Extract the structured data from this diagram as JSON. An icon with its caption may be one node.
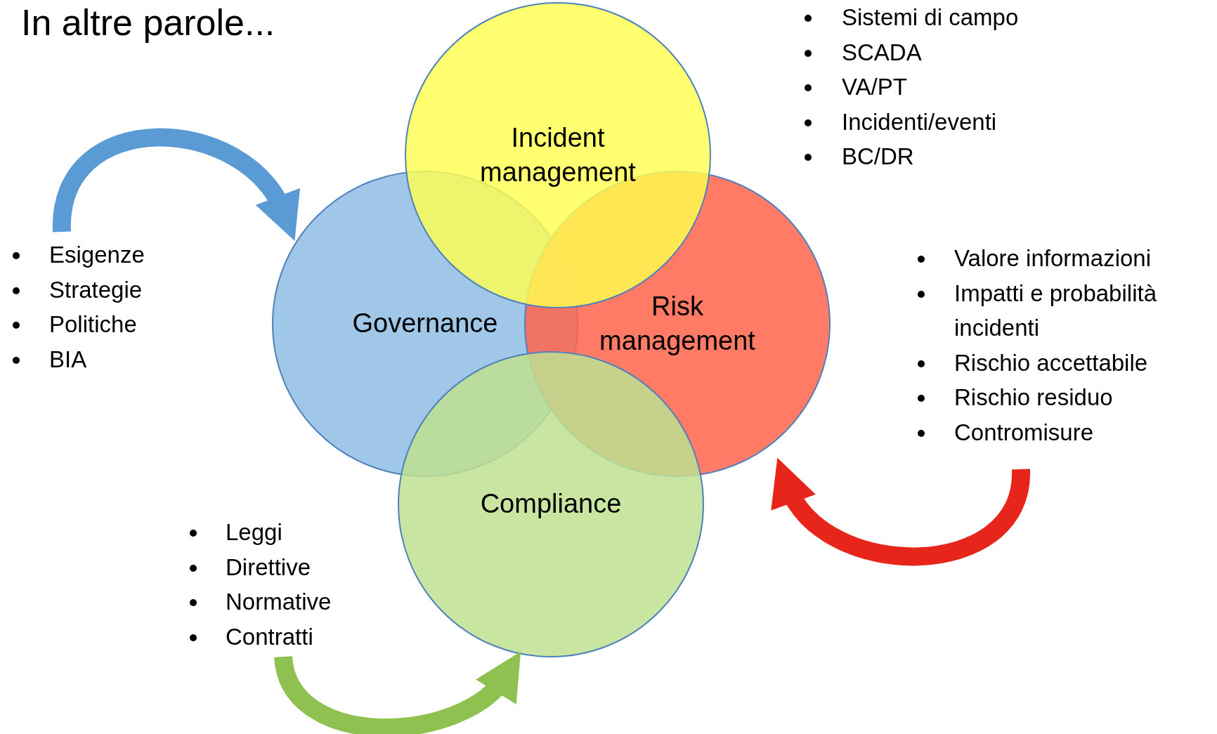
{
  "diagram": {
    "title": "In altre parole...",
    "nodes": [
      {
        "text": [
          "Incident management"
        ]
      },
      {
        "text": [
          "Governance"
        ]
      },
      {
        "text": [
          "Risk management"
        ]
      },
      {
        "text": [
          "Compliance"
        ]
      },
      {
        "text": [
          "Esigenze",
          "Strategie",
          "Politiche",
          "BIA"
        ]
      },
      {
        "text": [
          "Valore informazioni",
          "Impatti e probabilità incidenti",
          "Rischio accettabile",
          "Rischio residuo",
          "Contromisure"
        ]
      },
      {
        "text": [
          "Leggi",
          "Direttive",
          "Normative",
          "Contratti"
        ]
      }
    ],
    "edges": [
      {
        "from": 4,
        "to": 1,
        "arrow": "to",
        "color": "#5b9bd5"
      },
      {
        "from": 5,
        "to": 2,
        "arrow": "to",
        "color": "#e8251a"
      },
      {
        "from": 6,
        "to": 3,
        "arrow": "to",
        "color": "#8fc150"
      }
    ],
    "labels": [
      "Sistemi di campo",
      "SCADA",
      "VA/PT",
      "Incidenti/eventi",
      "BC/DR"
    ]
  }
}
